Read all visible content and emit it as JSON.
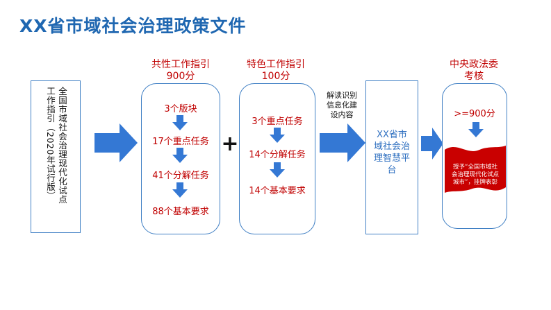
{
  "title": "XX省市域社会治理政策文件",
  "guide_box": {
    "text_line1": "全国市域社会治理现代化试点",
    "text_line2": "工作指引（2020年试行版）"
  },
  "common_guide": {
    "heading": "共性工作指引",
    "score": "900分",
    "items": [
      "3个版块",
      "17个重点任务",
      "41个分解任务",
      "88个基本要求"
    ]
  },
  "plus_sign": "+",
  "special_guide": {
    "heading": "特色工作指引",
    "score": "100分",
    "items": [
      "3个重点任务",
      "14个分解任务",
      "14个基本要求"
    ]
  },
  "interpret_label": [
    "解读识别",
    "信息化建",
    "设内容"
  ],
  "platform": {
    "text_lines": [
      "XX省市",
      "域社会治",
      "理智慧平",
      "台"
    ]
  },
  "committee": {
    "heading_line1": "中央政法委",
    "heading_line2": "考核",
    "threshold": ">=900分",
    "banner_lines": [
      "授予“全国市域社",
      "会治理现代化试点",
      "城市”，挂牌表彰"
    ]
  },
  "colors": {
    "title_blue": "#1f67b1",
    "arrow_blue": "#3478d4",
    "text_red": "#c00000",
    "banner_red": "#c90000",
    "border_blue": "#3f7fc4"
  }
}
